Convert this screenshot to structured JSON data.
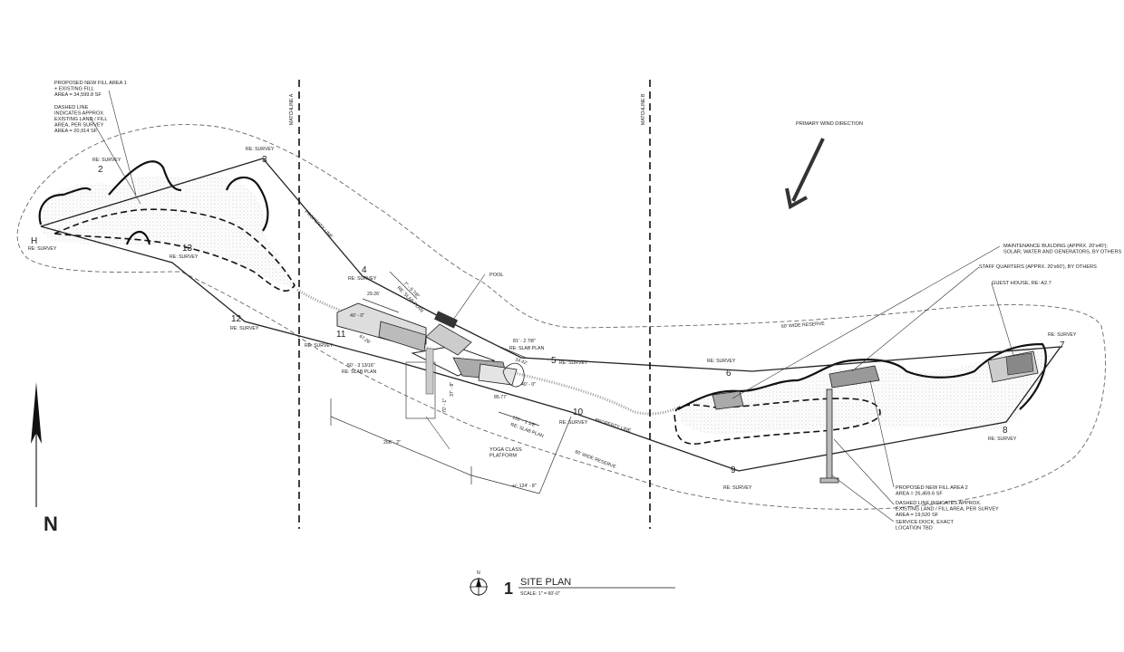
{
  "matchlines": {
    "a": "MATCHLINE A",
    "b": "MATCHLINE B"
  },
  "wind": {
    "label": "PRIMARY WIND DIRECTION"
  },
  "north_arrow": {
    "letter": "N"
  },
  "title_block": {
    "number": "1",
    "north": "N",
    "title": "SITE PLAN",
    "scale": "SCALE:   1\" = 60'-0\""
  },
  "survey_points": {
    "p2": {
      "num": "2",
      "label": "RE: SURVEY"
    },
    "p3": {
      "num": "3",
      "label": "RE: SURVEY"
    },
    "ph": {
      "num": "H",
      "label": "RE: SURVEY"
    },
    "p13": {
      "num": "13",
      "label": "RE: SURVEY"
    },
    "p12": {
      "num": "12",
      "label": "RE: SURVEY"
    },
    "p11": {
      "num": "11",
      "label": "RE: SURVEY"
    },
    "p4": {
      "num": "4",
      "label": "RE: SURVEY"
    },
    "p5": {
      "num": "5",
      "label": "RE: SURVEY"
    },
    "p10": {
      "num": "10",
      "label": "RE: SURVEY"
    },
    "p6": {
      "num": "6",
      "label": "RE: SURVEY"
    },
    "p7": {
      "num": "7",
      "label": "RE: SURVEY"
    },
    "p8": {
      "num": "8",
      "label": "RE: SURVEY"
    },
    "p9": {
      "num": "9",
      "label": "RE: SURVEY"
    }
  },
  "notes": {
    "fill1": [
      "PROPOSED NEW FILL AREA 1",
      "+ EXISTING FILL",
      "AREA = 34,599.8 SF"
    ],
    "dashed1": [
      "DASHED LINE",
      "INDICATES APPROX.",
      "EXISTING LAND / FILL",
      "AREA, PER SURVEY",
      "AREA = 20,914 SF"
    ],
    "pool": "POOL",
    "yoga": [
      "YOGA CLASS",
      "PLATFORM"
    ],
    "maintenance": [
      "MAINTENANCE BUILDING (APPRX. 20'x40');",
      "SOLAR, WATER AND GENERATORS, BY OTHERS"
    ],
    "staff": "STAFF QUARTERS (APPRX. 20'x60'), BY OTHERS",
    "guest": "GUEST HOUSE, RE: A2.7",
    "fill2": [
      "PROPOSED NEW FILL AREA 2",
      "AREA = 26,459.6 SF"
    ],
    "dashed2": [
      "DASHED LINE INDICATES APPROX.",
      "EXISTING LAND / FILL AREA, PER SURVEY",
      "AREA = 19,520 SF"
    ],
    "dock": [
      "SERVICE DOCK, EXACT",
      "LOCATION TBD"
    ],
    "property_line": "PROPERTY LINE",
    "reserve": "60' WIDE RESERVE"
  },
  "dimensions": {
    "d1": "29.26'",
    "d2": "40' - 0\"",
    "d3": "7\" - 5 7/8\"",
    "d4": "RE: SLAB PLAN",
    "d5": "81' - 2 7/8\"",
    "d6": "RE: SLAB PLAN",
    "d7": "50' - 3 13/16\"",
    "d8": "RE: SLAB PLAN",
    "d9": "67.26'",
    "d10": "40' - 0\"",
    "d11": "85.77'",
    "d12": "131' - 1 1/8\"",
    "d13": "RE: SLAB PLAN",
    "d14": "266' - 2\"",
    "d15": "+/- 124' - 8\"",
    "d16": "70' - 1\"",
    "d17": "37' - 8\"",
    "d18": "34.42'"
  }
}
